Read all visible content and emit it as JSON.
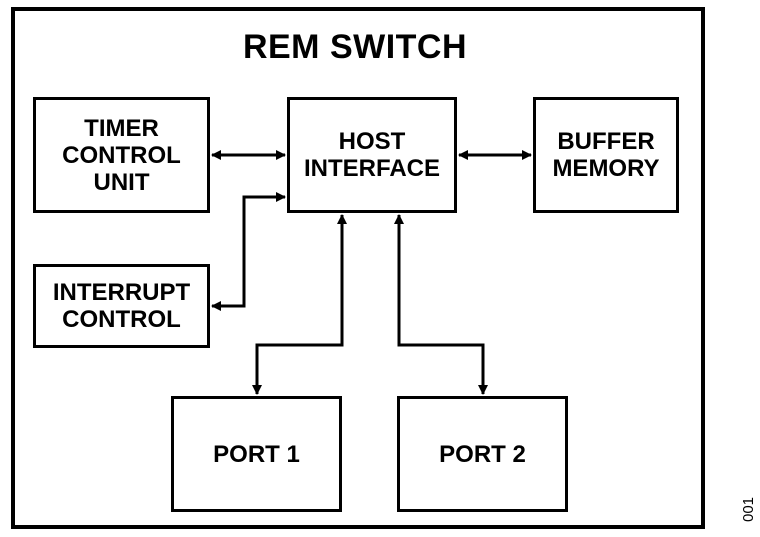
{
  "title": "REM SWITCH",
  "blocks": {
    "timer": "TIMER\nCONTROL\nUNIT",
    "host": "HOST\nINTERFACE",
    "buffer": "BUFFER\nMEMORY",
    "interrupt": "INTERRUPT\nCONTROL",
    "port1": "PORT 1",
    "port2": "PORT 2"
  },
  "figure_number": "001",
  "connections": [
    {
      "from": "timer",
      "to": "host",
      "direction": "bidirectional"
    },
    {
      "from": "host",
      "to": "buffer",
      "direction": "bidirectional"
    },
    {
      "from": "interrupt",
      "to": "host",
      "direction": "bidirectional"
    },
    {
      "from": "host",
      "to": "port1",
      "direction": "bidirectional"
    },
    {
      "from": "host",
      "to": "port2",
      "direction": "bidirectional"
    }
  ]
}
